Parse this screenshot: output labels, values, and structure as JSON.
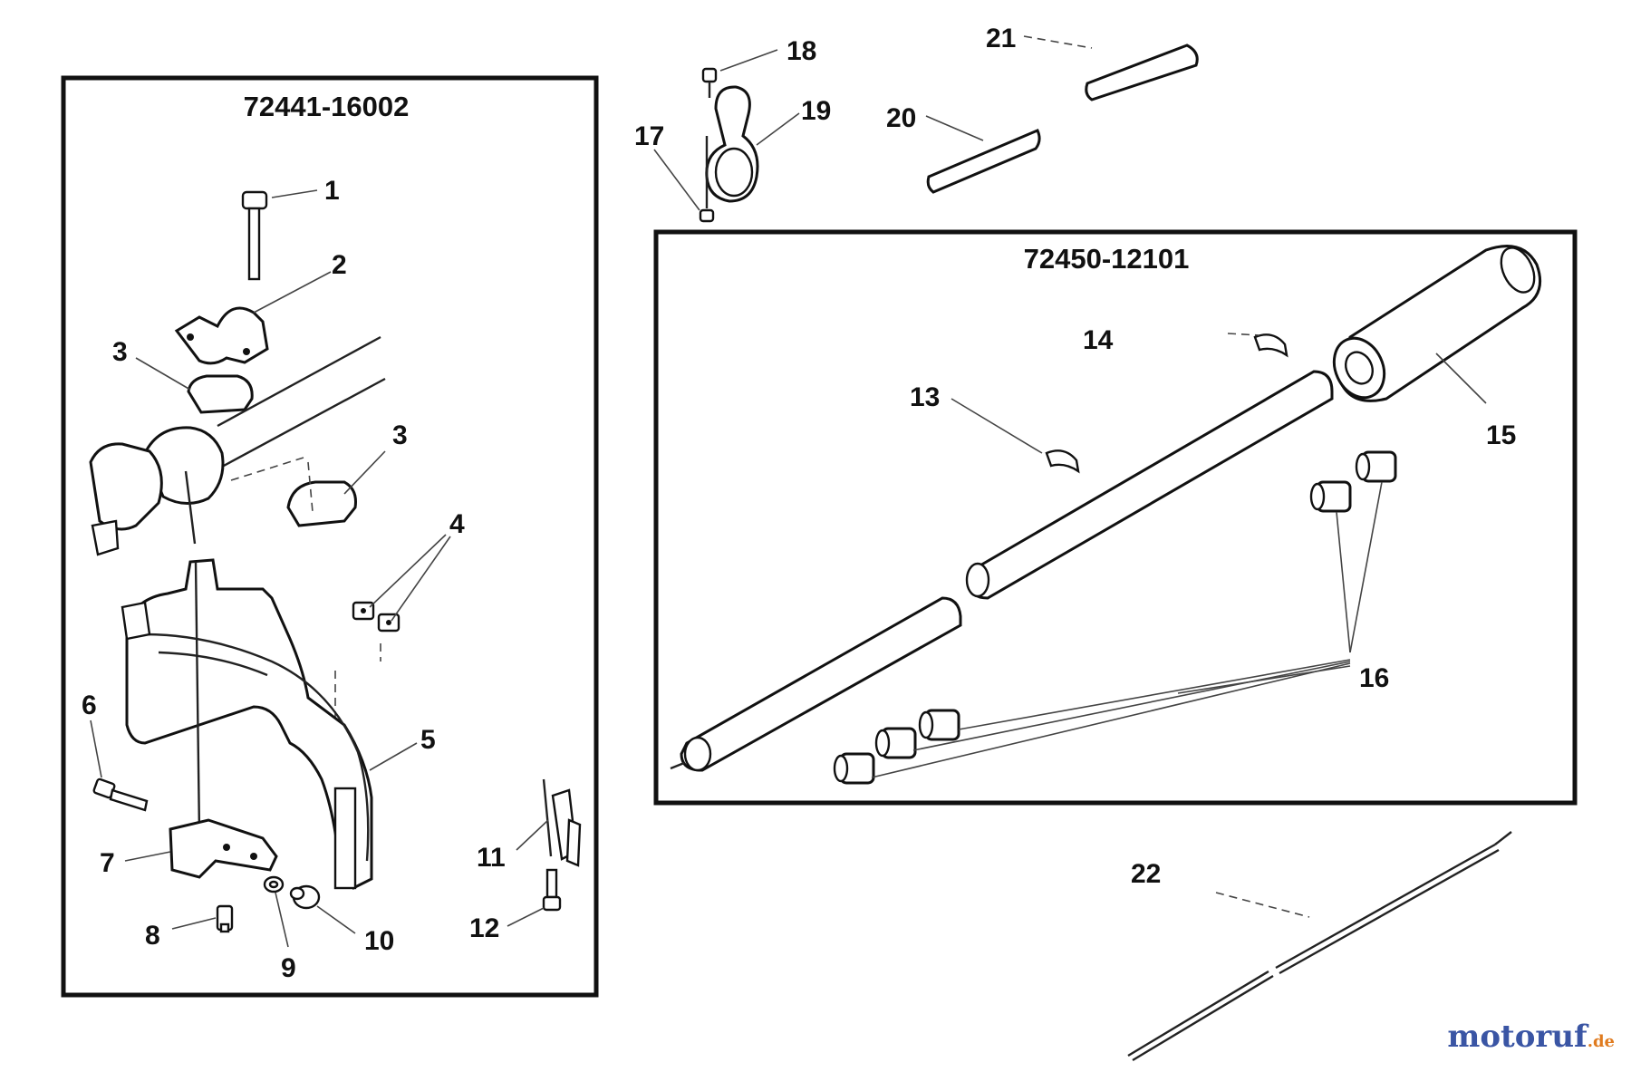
{
  "assemblies": [
    {
      "id": "left",
      "number": "72441-16002"
    },
    {
      "id": "right",
      "number": "72450-12101"
    }
  ],
  "labels": {
    "p1": "1",
    "p2": "2",
    "p3a": "3",
    "p3b": "3",
    "p4": "4",
    "p5": "5",
    "p6": "6",
    "p7": "7",
    "p8": "8",
    "p9": "9",
    "p10": "10",
    "p11": "11",
    "p12": "12",
    "p13": "13",
    "p14": "14",
    "p15": "15",
    "p16": "16",
    "p17": "17",
    "p18": "18",
    "p19": "19",
    "p20": "20",
    "p21": "21",
    "p22": "22"
  },
  "watermark": {
    "text_main": "motoruf",
    "text_suffix": ".de",
    "color_blue": "#3a55a4",
    "color_orange": "#e07b1f"
  }
}
